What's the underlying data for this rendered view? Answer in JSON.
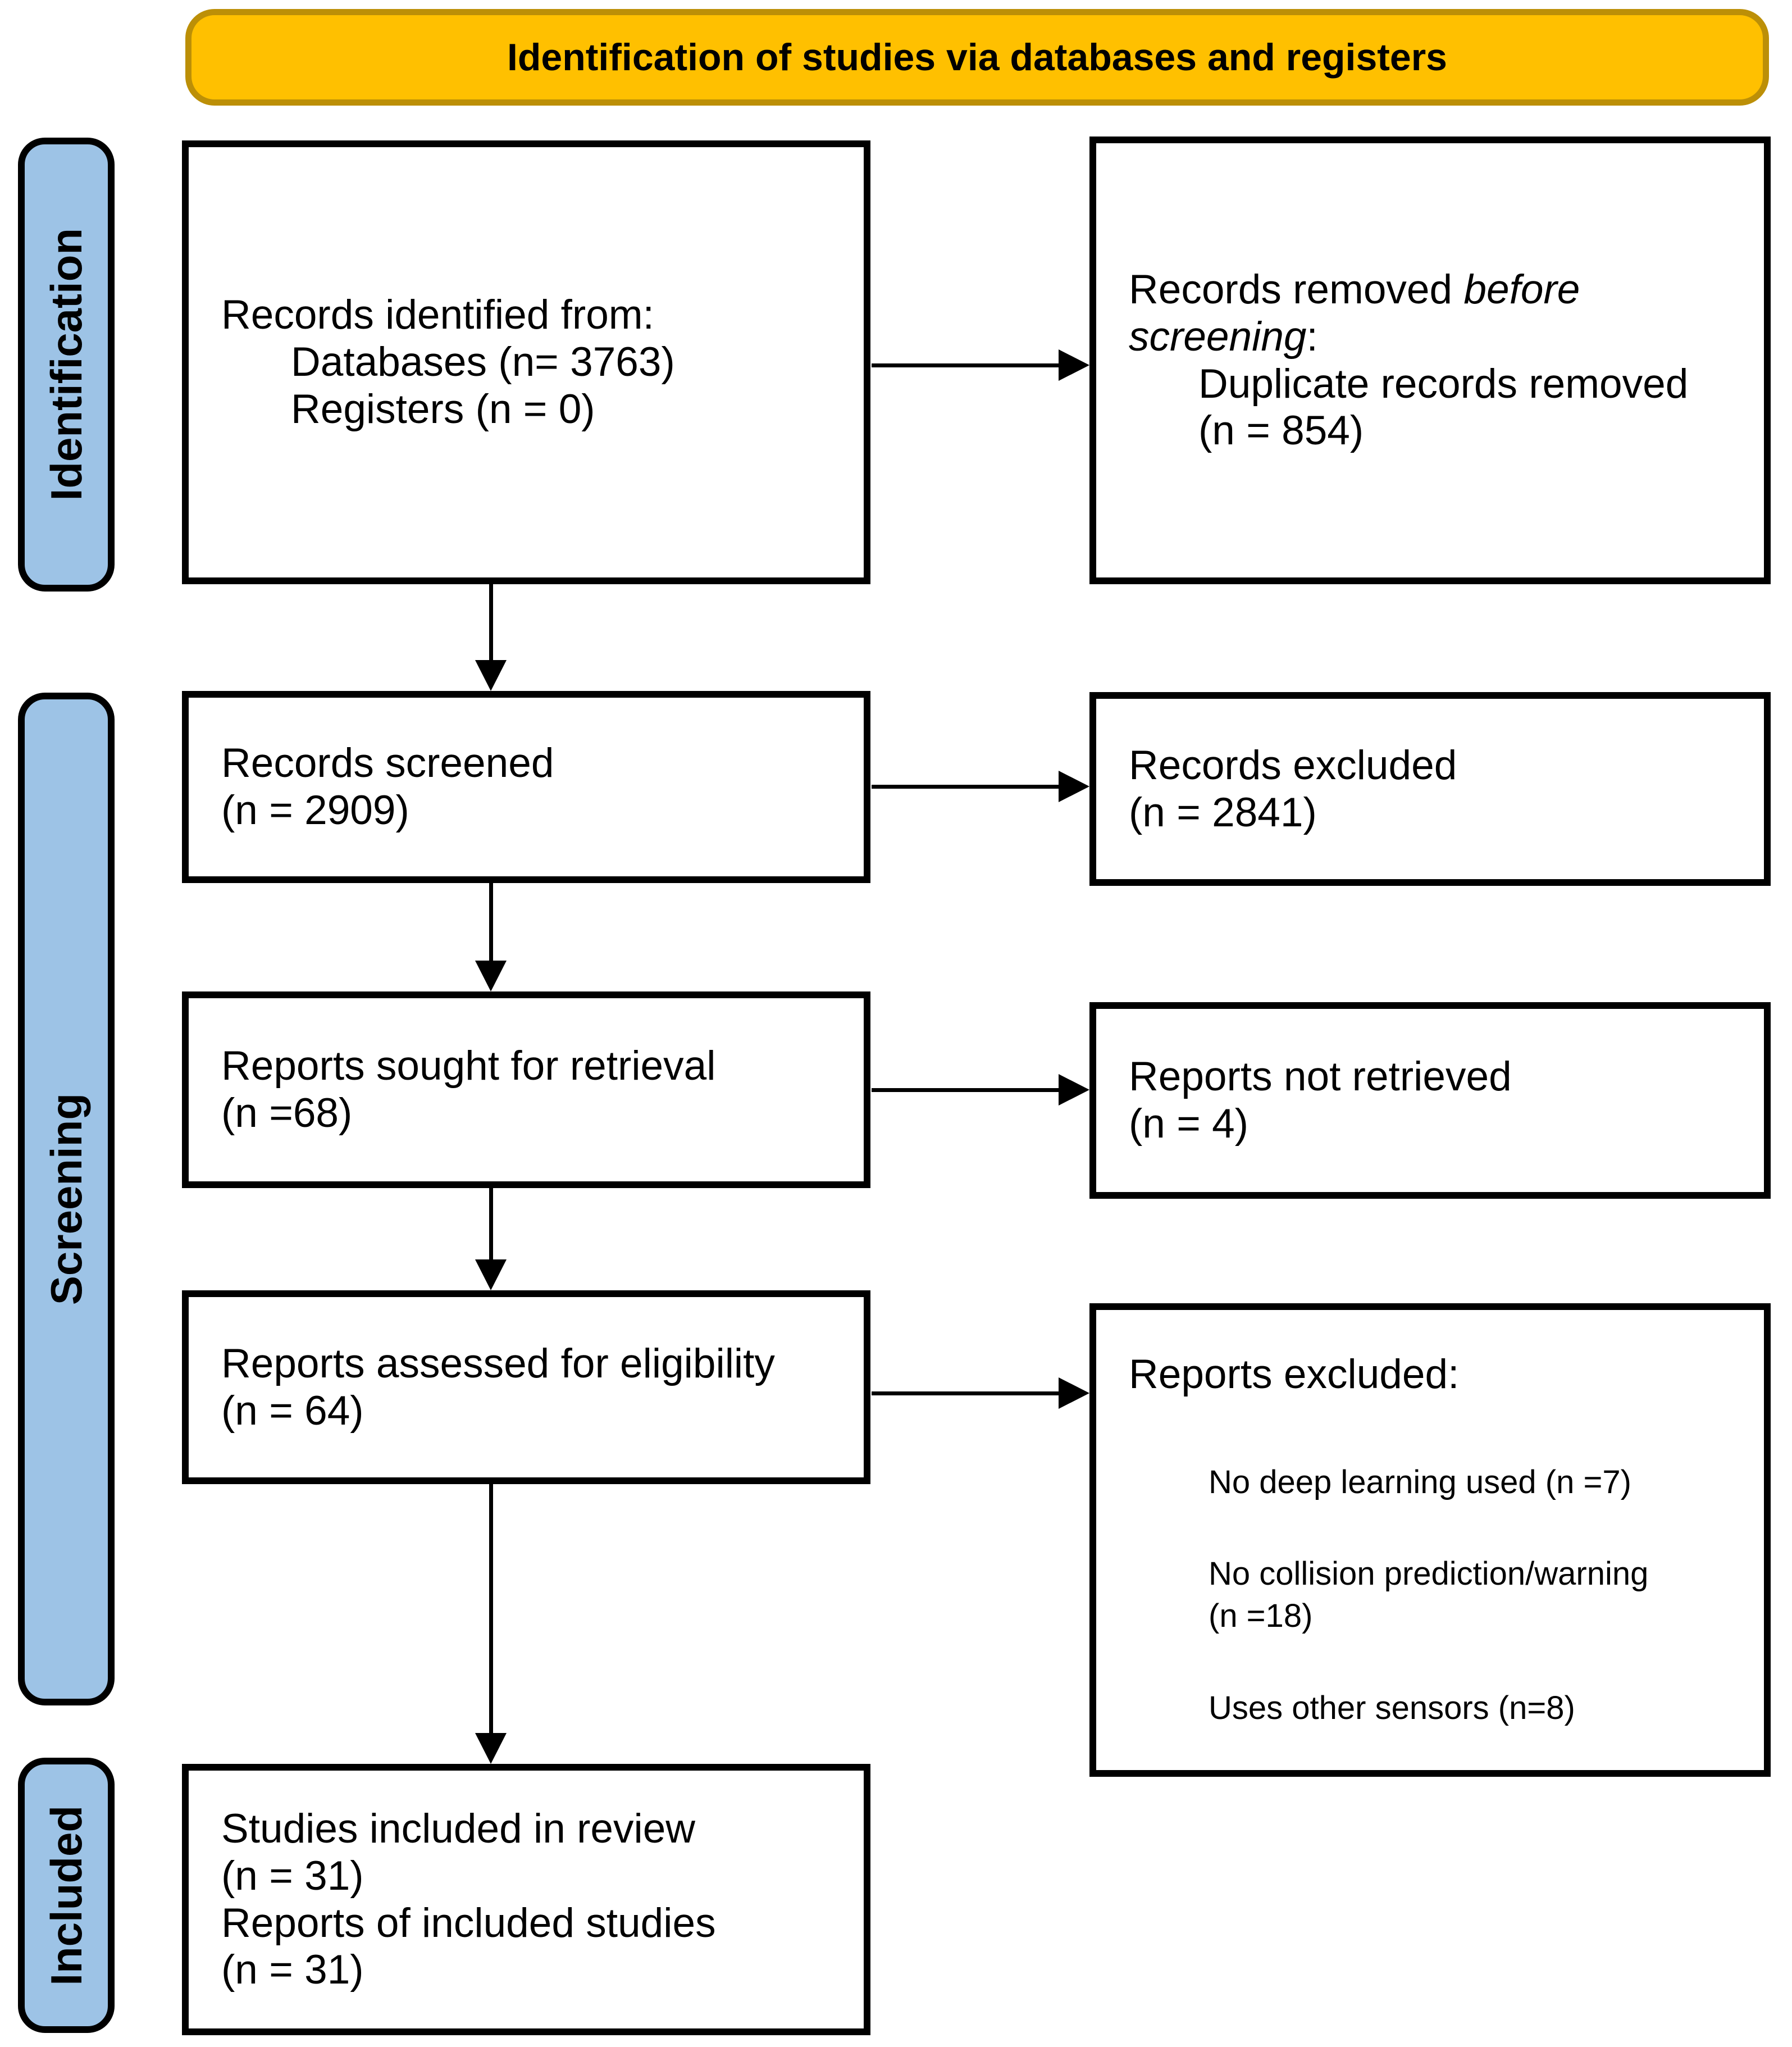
{
  "banner": {
    "title": "Identification of studies via databases and registers",
    "bg_color": "#FFC000",
    "border_color": "#BC8F07"
  },
  "sidebar": {
    "bg_color": "#9DC3E6",
    "labels": {
      "identification": "Identification",
      "screening": "Screening",
      "included": "Included"
    }
  },
  "flow": {
    "records_identified": {
      "title": "Records identified from:",
      "items": [
        "Databases (n= 3763)",
        "Registers (n = 0)"
      ]
    },
    "records_removed": {
      "prefix": "Records removed ",
      "emphasis": "before screening",
      "suffix": ":",
      "items": [
        "Duplicate records removed",
        "(n = 854)"
      ]
    },
    "records_screened": {
      "lines": [
        "Records screened",
        "(n = 2909)"
      ]
    },
    "records_excluded": {
      "lines": [
        "Records excluded",
        "(n = 2841)"
      ]
    },
    "reports_sought": {
      "lines": [
        "Reports sought for retrieval",
        "(n =68)"
      ]
    },
    "reports_not_retrieved": {
      "lines": [
        "Reports not retrieved",
        "(n = 4)"
      ]
    },
    "reports_assessed": {
      "lines": [
        "Reports assessed for eligibility",
        "(n = 64)"
      ]
    },
    "reports_excluded": {
      "title": "Reports excluded:",
      "reasons": [
        "No deep learning used (n =7)",
        "No collision prediction/warning (n =18)",
        "Uses other sensors (n=8)"
      ]
    },
    "studies_included": {
      "lines": [
        "Studies included in review",
        "(n = 31)",
        "Reports of included studies",
        "(n = 31)"
      ]
    }
  }
}
